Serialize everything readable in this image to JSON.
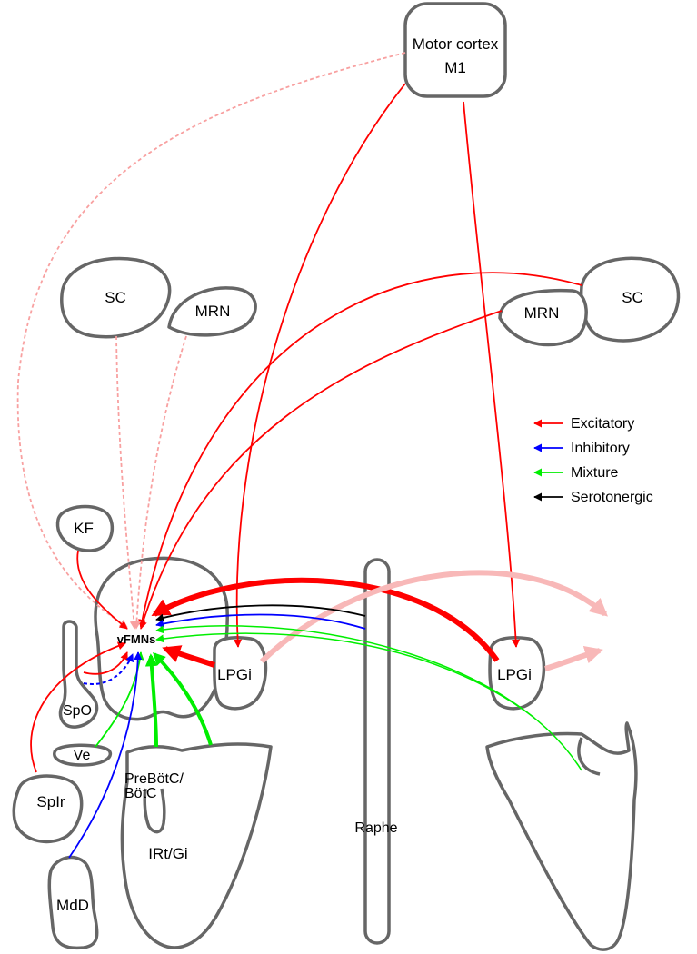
{
  "colors": {
    "excitatory": "#ff0000",
    "inhibitory": "#0000ff",
    "mixture": "#00ee00",
    "serotonergic": "#000000",
    "faint_excitatory": "#f8a0a0",
    "region_stroke": "#666666"
  },
  "regions": {
    "motor_cortex": {
      "line1": "Motor cortex",
      "line2": "M1"
    },
    "sc_left": "SC",
    "mrn_left": "MRN",
    "sc_right": "SC",
    "mrn_right": "MRN",
    "kf": "KF",
    "vfmns": "vFMNs",
    "spo": "SpO",
    "ve": "Ve",
    "spir": "SpIr",
    "mdd": "MdD",
    "prebotc": {
      "line1": "PreBötC/",
      "line2": "BötC"
    },
    "irt_gi": "IRt/Gi",
    "lpgi_left": "LPGi",
    "lpgi_right": "LPGi",
    "raphe": "Raphe"
  },
  "legend": [
    {
      "label": "Excitatory",
      "color": "#ff0000"
    },
    {
      "label": "Inhibitory",
      "color": "#0000ff"
    },
    {
      "label": "Mixture",
      "color": "#00ee00"
    },
    {
      "label": "Serotonergic",
      "color": "#000000"
    }
  ]
}
